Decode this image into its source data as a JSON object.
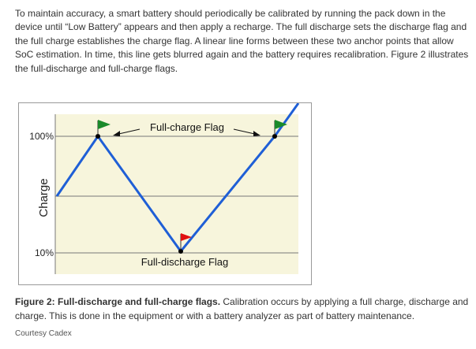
{
  "intro": {
    "text": "To maintain accuracy, a smart battery should periodically be calibrated by running the pack down in the device until “Low Battery” appears and then apply a recharge. The full discharge sets the discharge flag and the full charge establishes the charge flag. A linear line forms between these two anchor points that allow SoC estimation. In time, this line gets blurred again and the battery requires recalibration. Figure 2 illustrates the full-discharge and full-charge flags."
  },
  "figure": {
    "y_axis_title": "Charge",
    "y_tick_top": "100%",
    "y_tick_bottom": "10%",
    "full_charge_label": "Full-charge Flag",
    "full_discharge_label": "Full-discharge Flag",
    "colors": {
      "plot_bg": "#f7f5dc",
      "line": "#1f5fd6",
      "charge_flag": "#1a8a2a",
      "discharge_flag": "#e01010"
    }
  },
  "caption": {
    "title": "Figure 2: Full-discharge and full-charge flags.",
    "body": " Calibration occurs by applying a full charge, discharge and charge. This is done in the equipment or with a battery analyzer as part of battery maintenance."
  },
  "credit": {
    "text": "Courtesy Cadex"
  }
}
